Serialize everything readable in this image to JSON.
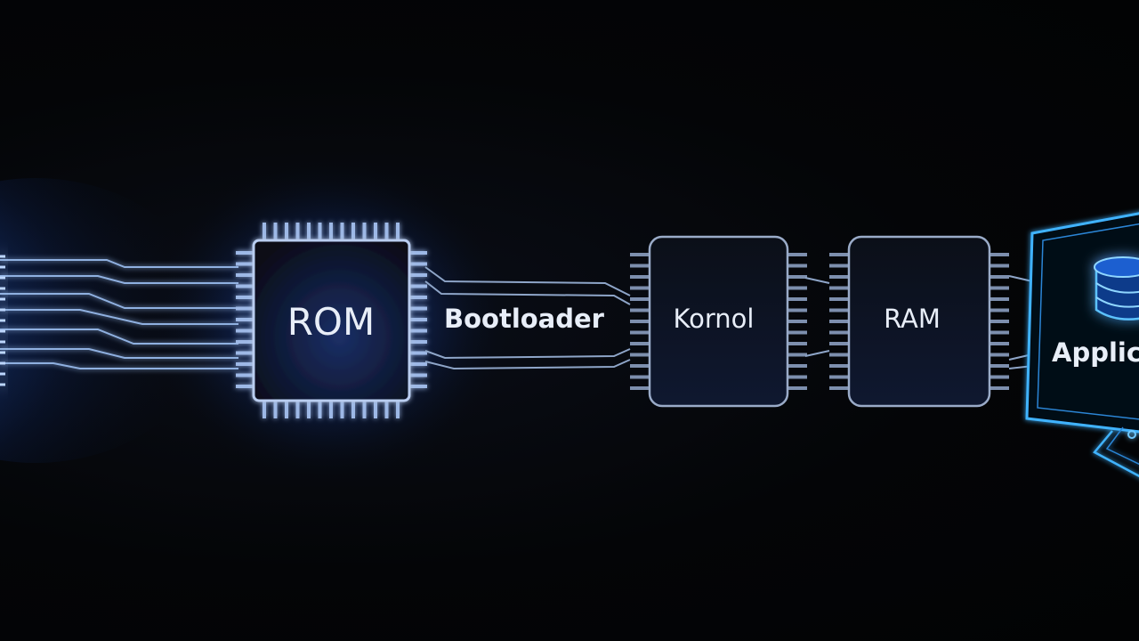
{
  "stages": {
    "rom": {
      "label": "ROM"
    },
    "bootloader": {
      "label": "Bootloader"
    },
    "kernel": {
      "label": "Kornol"
    },
    "ram": {
      "label": "RAM"
    },
    "application": {
      "label": "Applic"
    }
  },
  "colors": {
    "background": "#040507",
    "glow": "#2e7bff",
    "line": "#9fb6d8",
    "text": "#e8eef8",
    "monitor": "#3fb3ff"
  }
}
